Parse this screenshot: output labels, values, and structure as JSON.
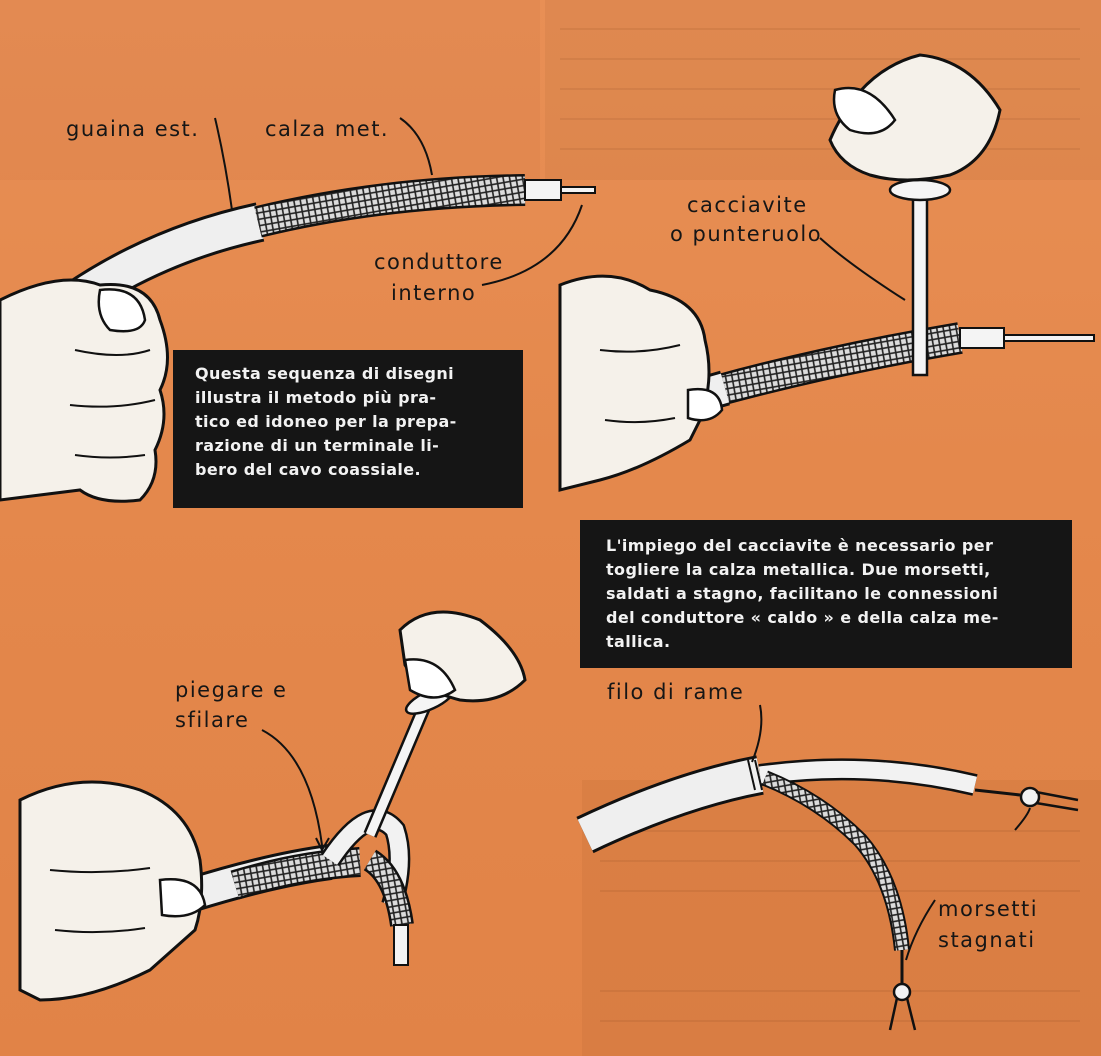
{
  "labels": {
    "outer_sheath": "guaina est.",
    "metal_braid": "calza met.",
    "inner_conductor_line1": "conduttore",
    "inner_conductor_line2": "interno",
    "screwdriver_line1": "cacciavite",
    "screwdriver_line2": "o punteruolo",
    "bend_line1": "piegare e",
    "bend_line2": "sfilare",
    "copper_wire": "filo di rame",
    "terminals_line1": "morsetti",
    "terminals_line2": "stagnati"
  },
  "captions": {
    "sequence": [
      "Questa sequenza di disegni",
      "illustra il metodo più pra-",
      "tico ed idoneo per la prepa-",
      "razione di un terminale li-",
      "bero del cavo coassiale."
    ],
    "screwdriver": [
      "L'impiego del cacciavite è necessario per",
      "togliere la calza metallica. Due morsetti,",
      "saldati a stagno, facilitano le connessioni",
      "del conduttore « caldo » e della calza me-",
      "tallica."
    ]
  },
  "colors": {
    "page_background": "#e58a4e",
    "caption_background": "#151515",
    "caption_text": "#f2f2f2",
    "ink": "#161616"
  }
}
